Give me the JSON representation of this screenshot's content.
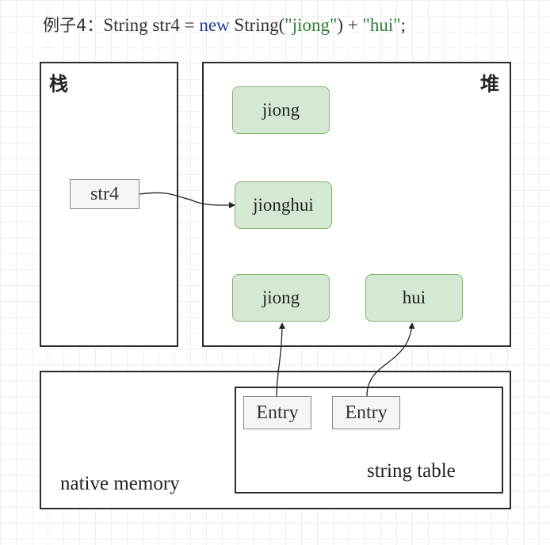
{
  "title": {
    "prefix": "例子4：",
    "code_start": "String str4 = ",
    "keyword": "new",
    "code_mid": " String(",
    "string1": "\"jiong\"",
    "code_plus": ") + ",
    "string2": "\"hui\"",
    "code_end": ";"
  },
  "stack": {
    "label": "栈",
    "var": "str4"
  },
  "heap": {
    "label": "堆",
    "objects": [
      "jiong",
      "jionghui",
      "jiong",
      "hui"
    ]
  },
  "native": {
    "label": "native memory",
    "string_table_label": "string table",
    "entries": [
      "Entry",
      "Entry"
    ]
  }
}
